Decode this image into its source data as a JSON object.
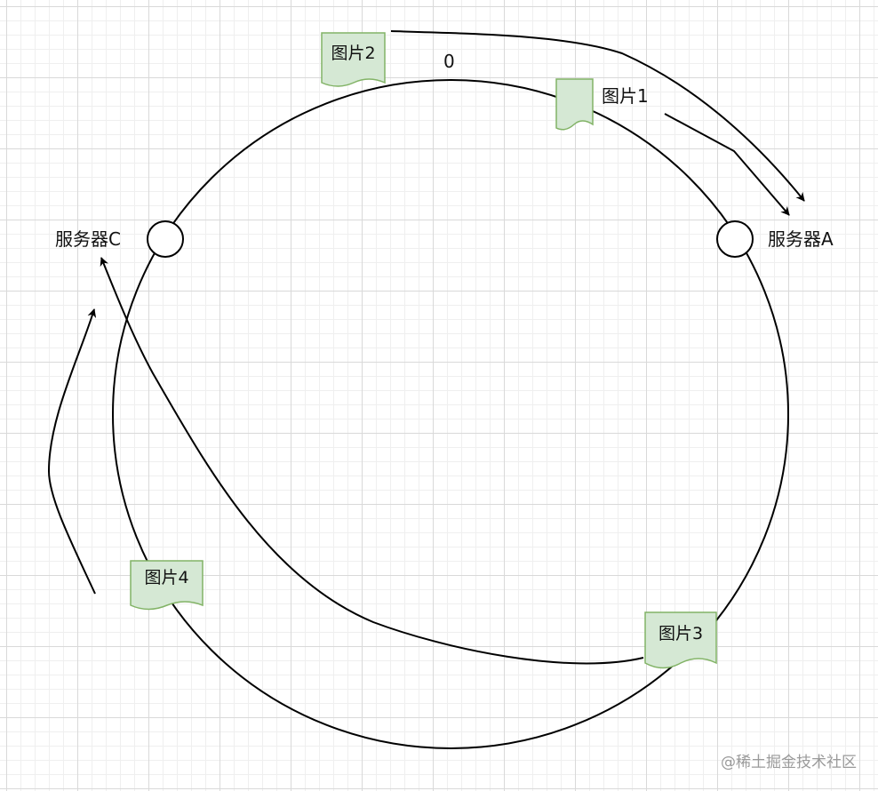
{
  "diagram": {
    "ring_label": "0",
    "servers": [
      {
        "name": "服务器A"
      },
      {
        "name": "服务器C"
      }
    ],
    "images": [
      {
        "name": "图片1"
      },
      {
        "name": "图片2"
      },
      {
        "name": "图片3"
      },
      {
        "name": "图片4"
      }
    ],
    "colors": {
      "line": "#000000",
      "doc_fill": "#d5e8d4",
      "doc_stroke": "#82b366",
      "node_fill": "#ffffff"
    }
  },
  "watermark": "@稀土掘金技术社区"
}
